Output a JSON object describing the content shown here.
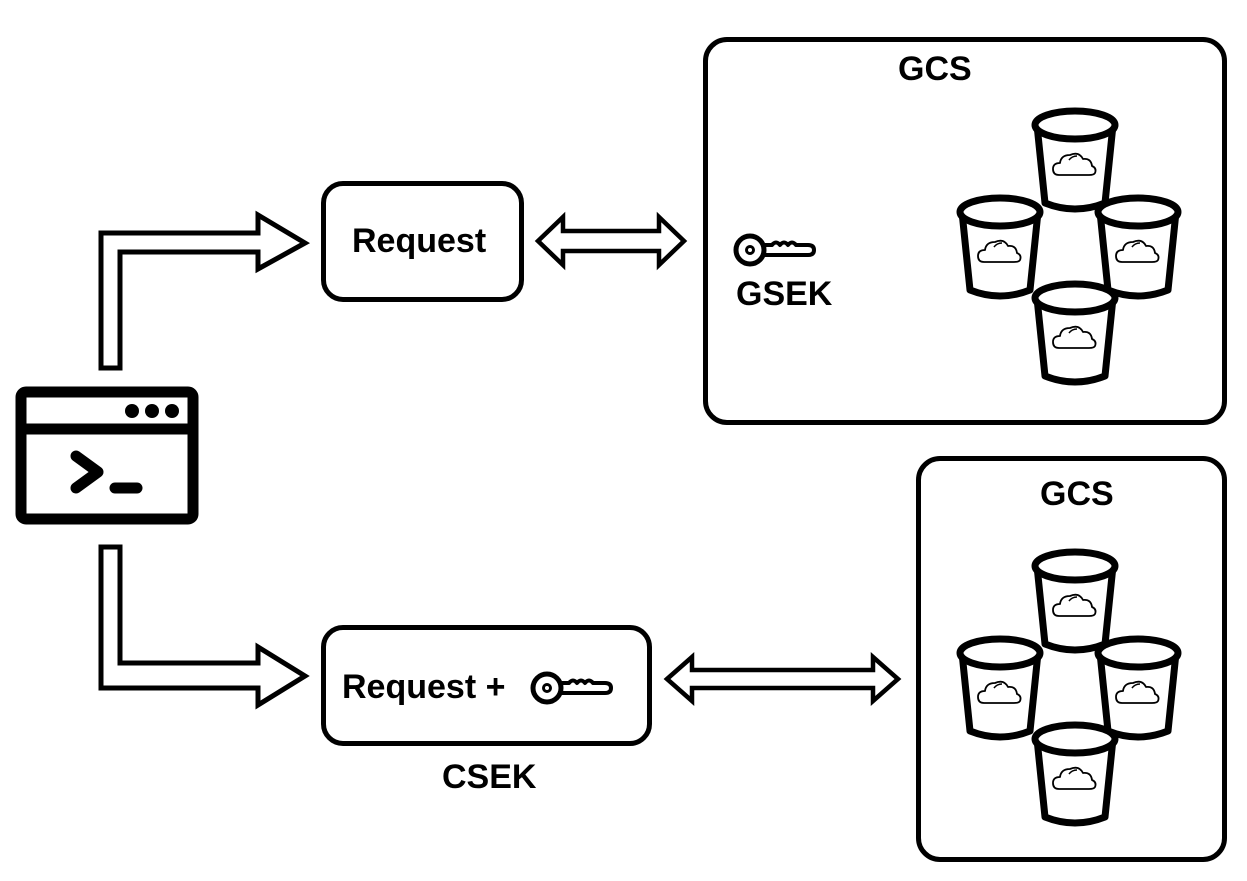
{
  "diagram": {
    "title": "Google Cloud Storage encryption keys: GSEK vs CSEK",
    "client": {
      "icon": "terminal-window-icon"
    },
    "top_flow": {
      "request_label": "Request",
      "storage_label": "GCS",
      "key_label": "GSEK",
      "key_icon": "key-icon",
      "bucket_icon": "cloud-bucket-icon",
      "bucket_count": 4
    },
    "bottom_flow": {
      "request_label": "Request +",
      "key_label": "CSEK",
      "key_icon": "key-icon",
      "storage_label": "GCS",
      "bucket_icon": "cloud-bucket-icon",
      "bucket_count": 4
    },
    "connectors": [
      {
        "from": "client",
        "to": "top-request",
        "type": "elbow-arrow"
      },
      {
        "from": "top-request",
        "to": "top-gcs",
        "type": "double-arrow"
      },
      {
        "from": "client",
        "to": "bottom-request",
        "type": "elbow-arrow"
      },
      {
        "from": "bottom-request",
        "to": "bottom-gcs",
        "type": "double-arrow"
      }
    ]
  }
}
